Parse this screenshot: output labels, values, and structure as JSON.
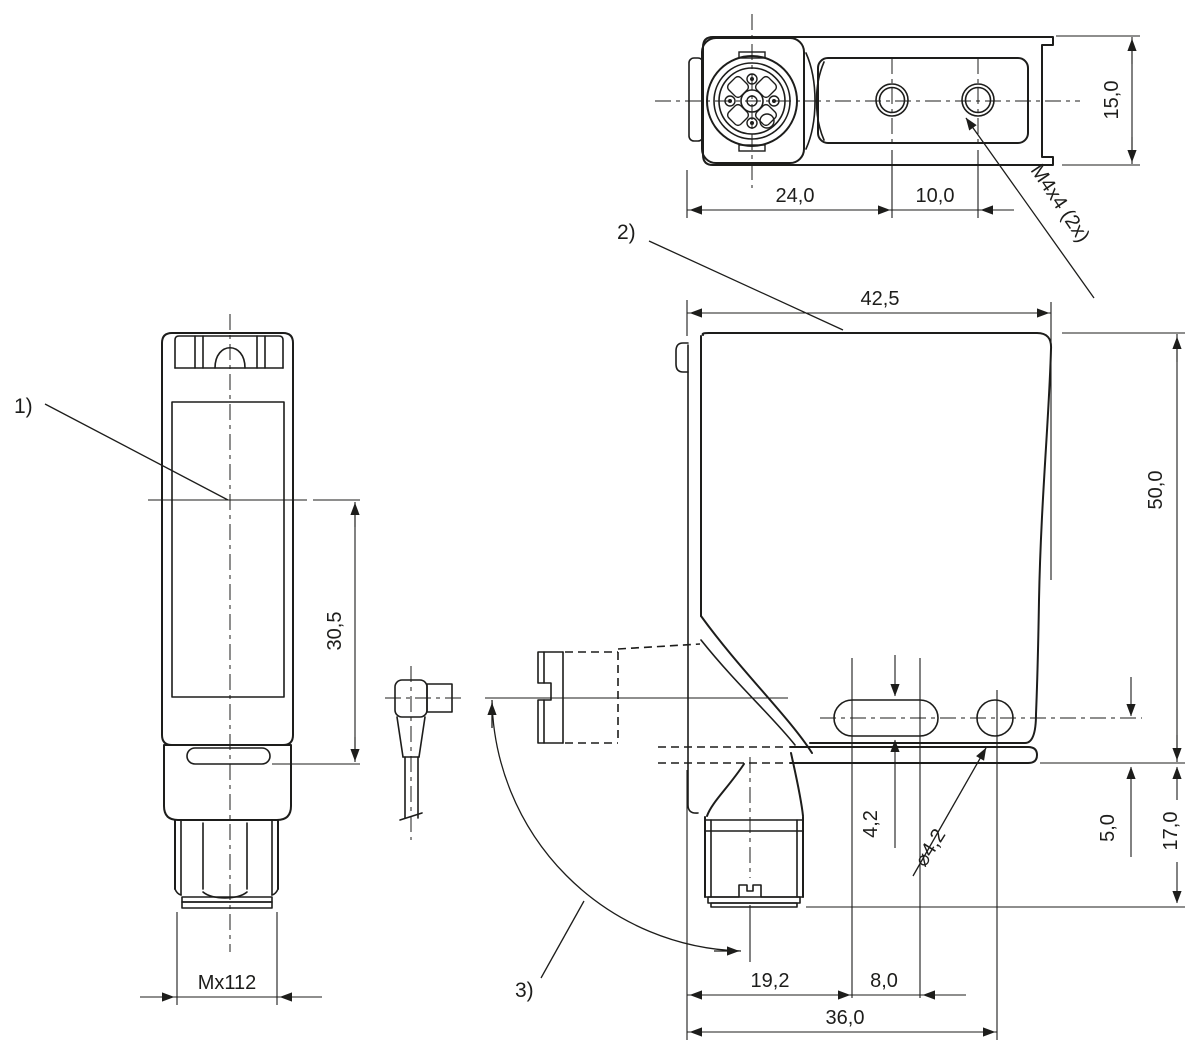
{
  "drawing": {
    "kind": "sensor dimensional drawing",
    "background": "#ffffff",
    "line_color": "#1d1d1b",
    "views": {
      "front": {
        "dims": {
          "optical_axis_height": "30,5",
          "thread": "Mx112"
        },
        "callouts": {
          "c1": "1)"
        }
      },
      "top": {
        "dims": {
          "face_to_hole": "24,0",
          "hole_spacing": "10,0",
          "height": "15,0"
        },
        "callouts": {
          "thread_holes": "M4x4 (2x)"
        }
      },
      "side": {
        "dims": {
          "width": "42,5",
          "height": "50,0",
          "slot_width": "4,2",
          "hole_diameter": "⌀4,2",
          "hole_offset": "5,0",
          "connector_height": "17,0",
          "connector_offset": "19,2",
          "slot_length": "8,0",
          "face_to_hole": "36,0"
        },
        "callouts": {
          "c2": "2)",
          "c3": "3)"
        }
      }
    }
  }
}
